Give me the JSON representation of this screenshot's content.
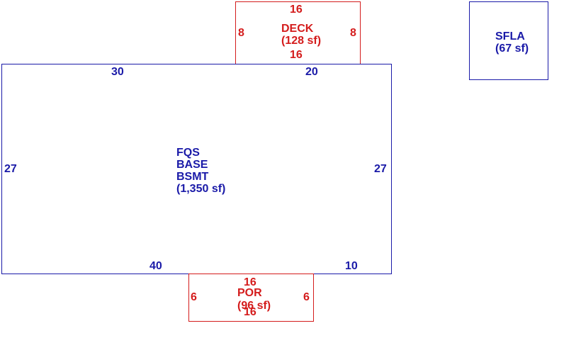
{
  "deck": {
    "top": "16",
    "left": "8",
    "right": "8",
    "bottom": "16",
    "name": "DECK",
    "area": "(128 sf)",
    "color": "#d41c1c"
  },
  "sfla": {
    "name": "SFLA",
    "area": "(67 sf)",
    "color": "#1a1aa8"
  },
  "base": {
    "top_left": "30",
    "top_right": "20",
    "left": "27",
    "right": "27",
    "bottom_left": "40",
    "bottom_right": "10",
    "line1": "FQS",
    "line2": "BASE",
    "line3": "BSMT",
    "area": "(1,350 sf)",
    "color": "#1a1aa8"
  },
  "por": {
    "top": "16",
    "left": "6",
    "right": "6",
    "bottom": "16",
    "name": "POR",
    "area": "(96 sf)",
    "color": "#d41c1c"
  }
}
